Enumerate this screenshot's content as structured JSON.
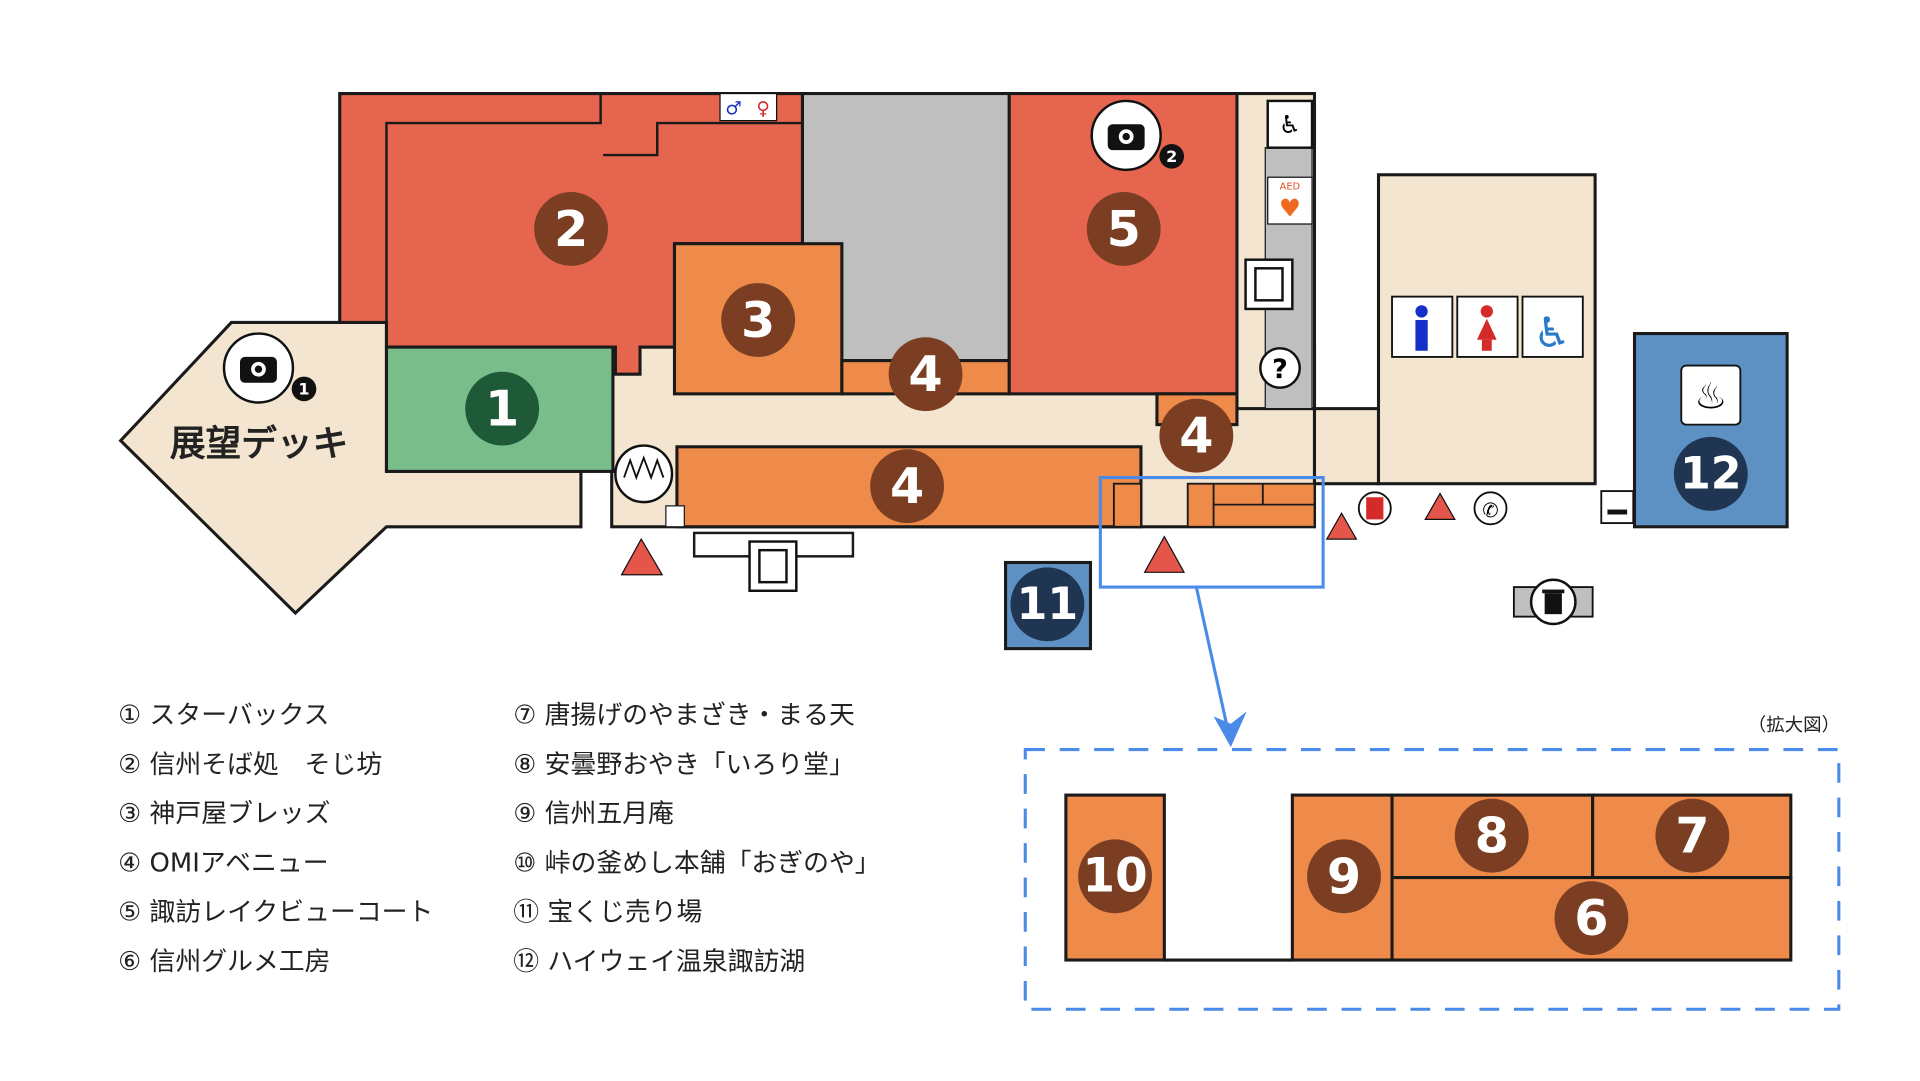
{
  "map": {
    "deck_label": "展望デッキ",
    "zoom_label": "（拡大図）",
    "photo_spot_numbers": [
      "1",
      "2"
    ],
    "area_numbers": [
      "1",
      "2",
      "3",
      "4",
      "5",
      "6",
      "7",
      "8",
      "9",
      "10",
      "11",
      "12"
    ],
    "colors": {
      "restaurant": "#e5654f",
      "shop": "#ee8b4a",
      "cafe": "#79bd8a",
      "blocked": "#bfbfbf",
      "corridor": "#f3e5cf",
      "service": "#5e91c3",
      "marker": "#7b3e22",
      "highlight": "#4a8ae8"
    },
    "icons": [
      "camera-icon",
      "toilet-male-icon",
      "toilet-female-icon",
      "wheelchair-icon",
      "nursing-room-icon",
      "aed-icon",
      "vending-machine-icon",
      "information-icon",
      "hot-spring-icon",
      "mailbox-icon",
      "phone-icon",
      "smoking-area-icon",
      "trash-icon",
      "emergency-exit-icon",
      "suwa-logo-icon"
    ]
  },
  "legend": [
    {
      "no": "①",
      "name": "スターバックス"
    },
    {
      "no": "②",
      "name": "信州そば処　そじ坊"
    },
    {
      "no": "③",
      "name": "神戸屋ブレッズ"
    },
    {
      "no": "④",
      "name": "OMIアベニュー"
    },
    {
      "no": "⑤",
      "name": "諏訪レイクビューコート"
    },
    {
      "no": "⑥",
      "name": "信州グルメ工房"
    },
    {
      "no": "⑦",
      "name": "唐揚げのやまざき・まる天"
    },
    {
      "no": "⑧",
      "name": "安曇野おやき「いろり堂」"
    },
    {
      "no": "⑨",
      "name": "信州五月庵"
    },
    {
      "no": "⑩",
      "name": "峠の釜めし本舗「おぎのや」"
    },
    {
      "no": "⑪",
      "name": "宝くじ売り場"
    },
    {
      "no": "⑫",
      "name": "ハイウェイ温泉諏訪湖"
    }
  ]
}
